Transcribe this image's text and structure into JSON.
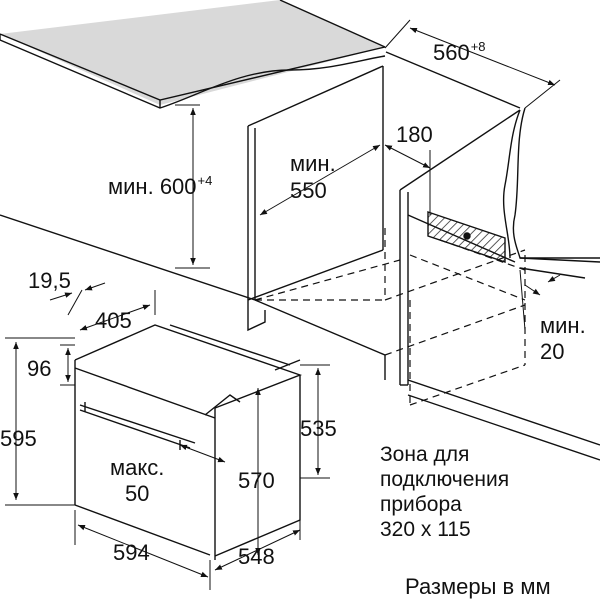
{
  "dimensions": {
    "niche_depth": {
      "value": "560",
      "sup": "+8"
    },
    "niche_height_min": {
      "prefix": "мин.",
      "value": "600",
      "sup": "+4"
    },
    "cabinet_depth_min": {
      "line1": "мин.",
      "line2": "550"
    },
    "vent_gap": "180",
    "back_gap_min": {
      "line1": "мин.",
      "line2": "20"
    },
    "panel_offset": "19,5",
    "front_offset": "405",
    "top_offset": "96",
    "front_height": "595",
    "inner_height": "535",
    "body_height": "570",
    "door_open_max": {
      "line1": "макс.",
      "line2": "50"
    },
    "width": "594",
    "depth": "548"
  },
  "connection_zone": {
    "lines": [
      "Зона для",
      "подключения",
      "прибора",
      "320 x 115"
    ]
  },
  "units_note": "Размеры в мм"
}
